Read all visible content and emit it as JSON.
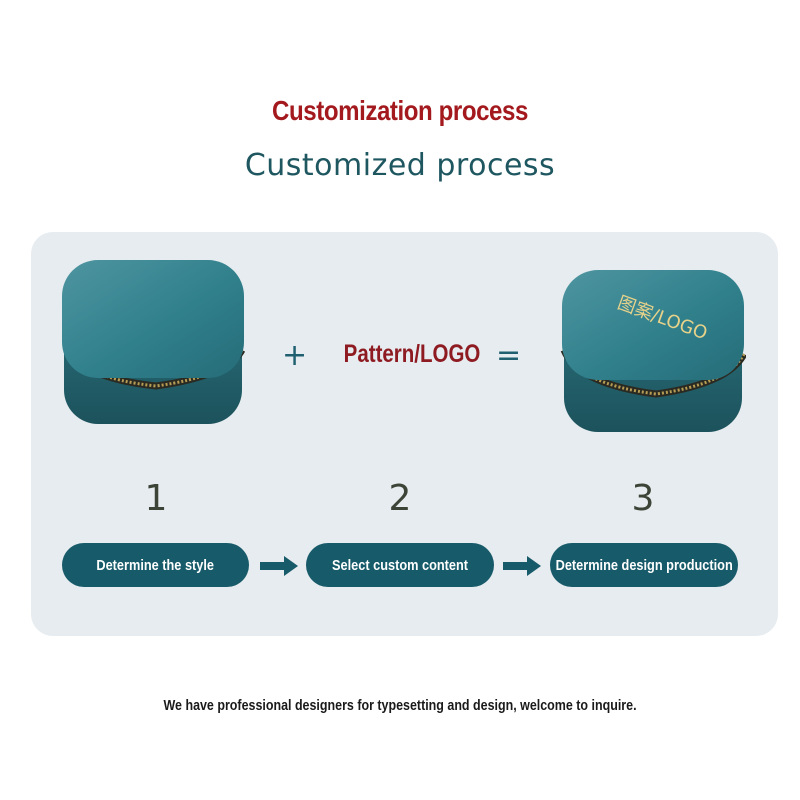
{
  "header": {
    "title": "Customization process",
    "subtitle": "Customized process"
  },
  "equation": {
    "plus": "+",
    "pattern_label": "Pattern/LOGO",
    "equals": "=",
    "logo_print": "图案/LOGO"
  },
  "steps": [
    {
      "number": "1",
      "label": "Determine the style"
    },
    {
      "number": "2",
      "label": "Select custom content"
    },
    {
      "number": "3",
      "label": "Determine design production"
    }
  ],
  "footer": {
    "note": "We have professional designers for typesetting and design, welcome to inquire."
  },
  "colors": {
    "title_red": "#a3191d",
    "subtitle_teal": "#1f5761",
    "panel_bg": "#e6ecef",
    "pill_teal": "#175a69",
    "velvet_box": "#2e7683",
    "zipper_gold": "#a08a4a"
  },
  "icons": [
    "jewelry-box-plain",
    "jewelry-box-logo",
    "arrow-right-icon"
  ]
}
